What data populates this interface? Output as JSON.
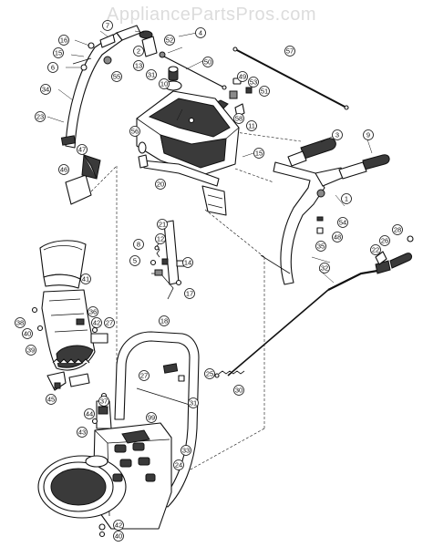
{
  "watermark": "AppliancePartsPros.com",
  "callouts": [
    {
      "id": "c1",
      "text": "1"
    },
    {
      "id": "c2",
      "text": "2"
    },
    {
      "id": "c3",
      "text": "3"
    },
    {
      "id": "c4",
      "text": "4"
    },
    {
      "id": "c5",
      "text": "5"
    },
    {
      "id": "c6",
      "text": "6"
    },
    {
      "id": "c7",
      "text": "7"
    },
    {
      "id": "c8",
      "text": "8"
    },
    {
      "id": "c9",
      "text": "9"
    },
    {
      "id": "c10",
      "text": "10"
    },
    {
      "id": "c11",
      "text": "11"
    },
    {
      "id": "c12",
      "text": "12"
    },
    {
      "id": "c13",
      "text": "13"
    },
    {
      "id": "c14",
      "text": "14"
    },
    {
      "id": "c15a",
      "text": "15"
    },
    {
      "id": "c15b",
      "text": "15"
    },
    {
      "id": "c16",
      "text": "16"
    },
    {
      "id": "c17",
      "text": "17"
    },
    {
      "id": "c18",
      "text": "18"
    },
    {
      "id": "c20",
      "text": "20"
    },
    {
      "id": "c21",
      "text": "21"
    },
    {
      "id": "c22",
      "text": "22"
    },
    {
      "id": "c23",
      "text": "23"
    },
    {
      "id": "c24",
      "text": "24"
    },
    {
      "id": "c25",
      "text": "25"
    },
    {
      "id": "c26",
      "text": "26"
    },
    {
      "id": "c27a",
      "text": "27"
    },
    {
      "id": "c27b",
      "text": "27"
    },
    {
      "id": "c28",
      "text": "28"
    },
    {
      "id": "c30",
      "text": "30"
    },
    {
      "id": "c31a",
      "text": "31"
    },
    {
      "id": "c31b",
      "text": "31"
    },
    {
      "id": "c32",
      "text": "32"
    },
    {
      "id": "c33",
      "text": "33"
    },
    {
      "id": "c34",
      "text": "34"
    },
    {
      "id": "c35",
      "text": "35"
    },
    {
      "id": "c36",
      "text": "36"
    },
    {
      "id": "c37",
      "text": "37"
    },
    {
      "id": "c38",
      "text": "38"
    },
    {
      "id": "c39",
      "text": "39"
    },
    {
      "id": "c40a",
      "text": "40"
    },
    {
      "id": "c40b",
      "text": "40"
    },
    {
      "id": "c41",
      "text": "41"
    },
    {
      "id": "c42a",
      "text": "42"
    },
    {
      "id": "c42b",
      "text": "42"
    },
    {
      "id": "c43",
      "text": "43"
    },
    {
      "id": "c44",
      "text": "44"
    },
    {
      "id": "c45",
      "text": "45"
    },
    {
      "id": "c46",
      "text": "46"
    },
    {
      "id": "c47",
      "text": "47"
    },
    {
      "id": "c48",
      "text": "48"
    },
    {
      "id": "c49",
      "text": "49"
    },
    {
      "id": "c50",
      "text": "50"
    },
    {
      "id": "c51",
      "text": "51"
    },
    {
      "id": "c52",
      "text": "52"
    },
    {
      "id": "c53",
      "text": "53"
    },
    {
      "id": "c54",
      "text": "54"
    },
    {
      "id": "c55",
      "text": "55"
    },
    {
      "id": "c56",
      "text": "56"
    },
    {
      "id": "c57",
      "text": "57"
    },
    {
      "id": "c58",
      "text": "58"
    },
    {
      "id": "c99",
      "text": "99"
    }
  ]
}
